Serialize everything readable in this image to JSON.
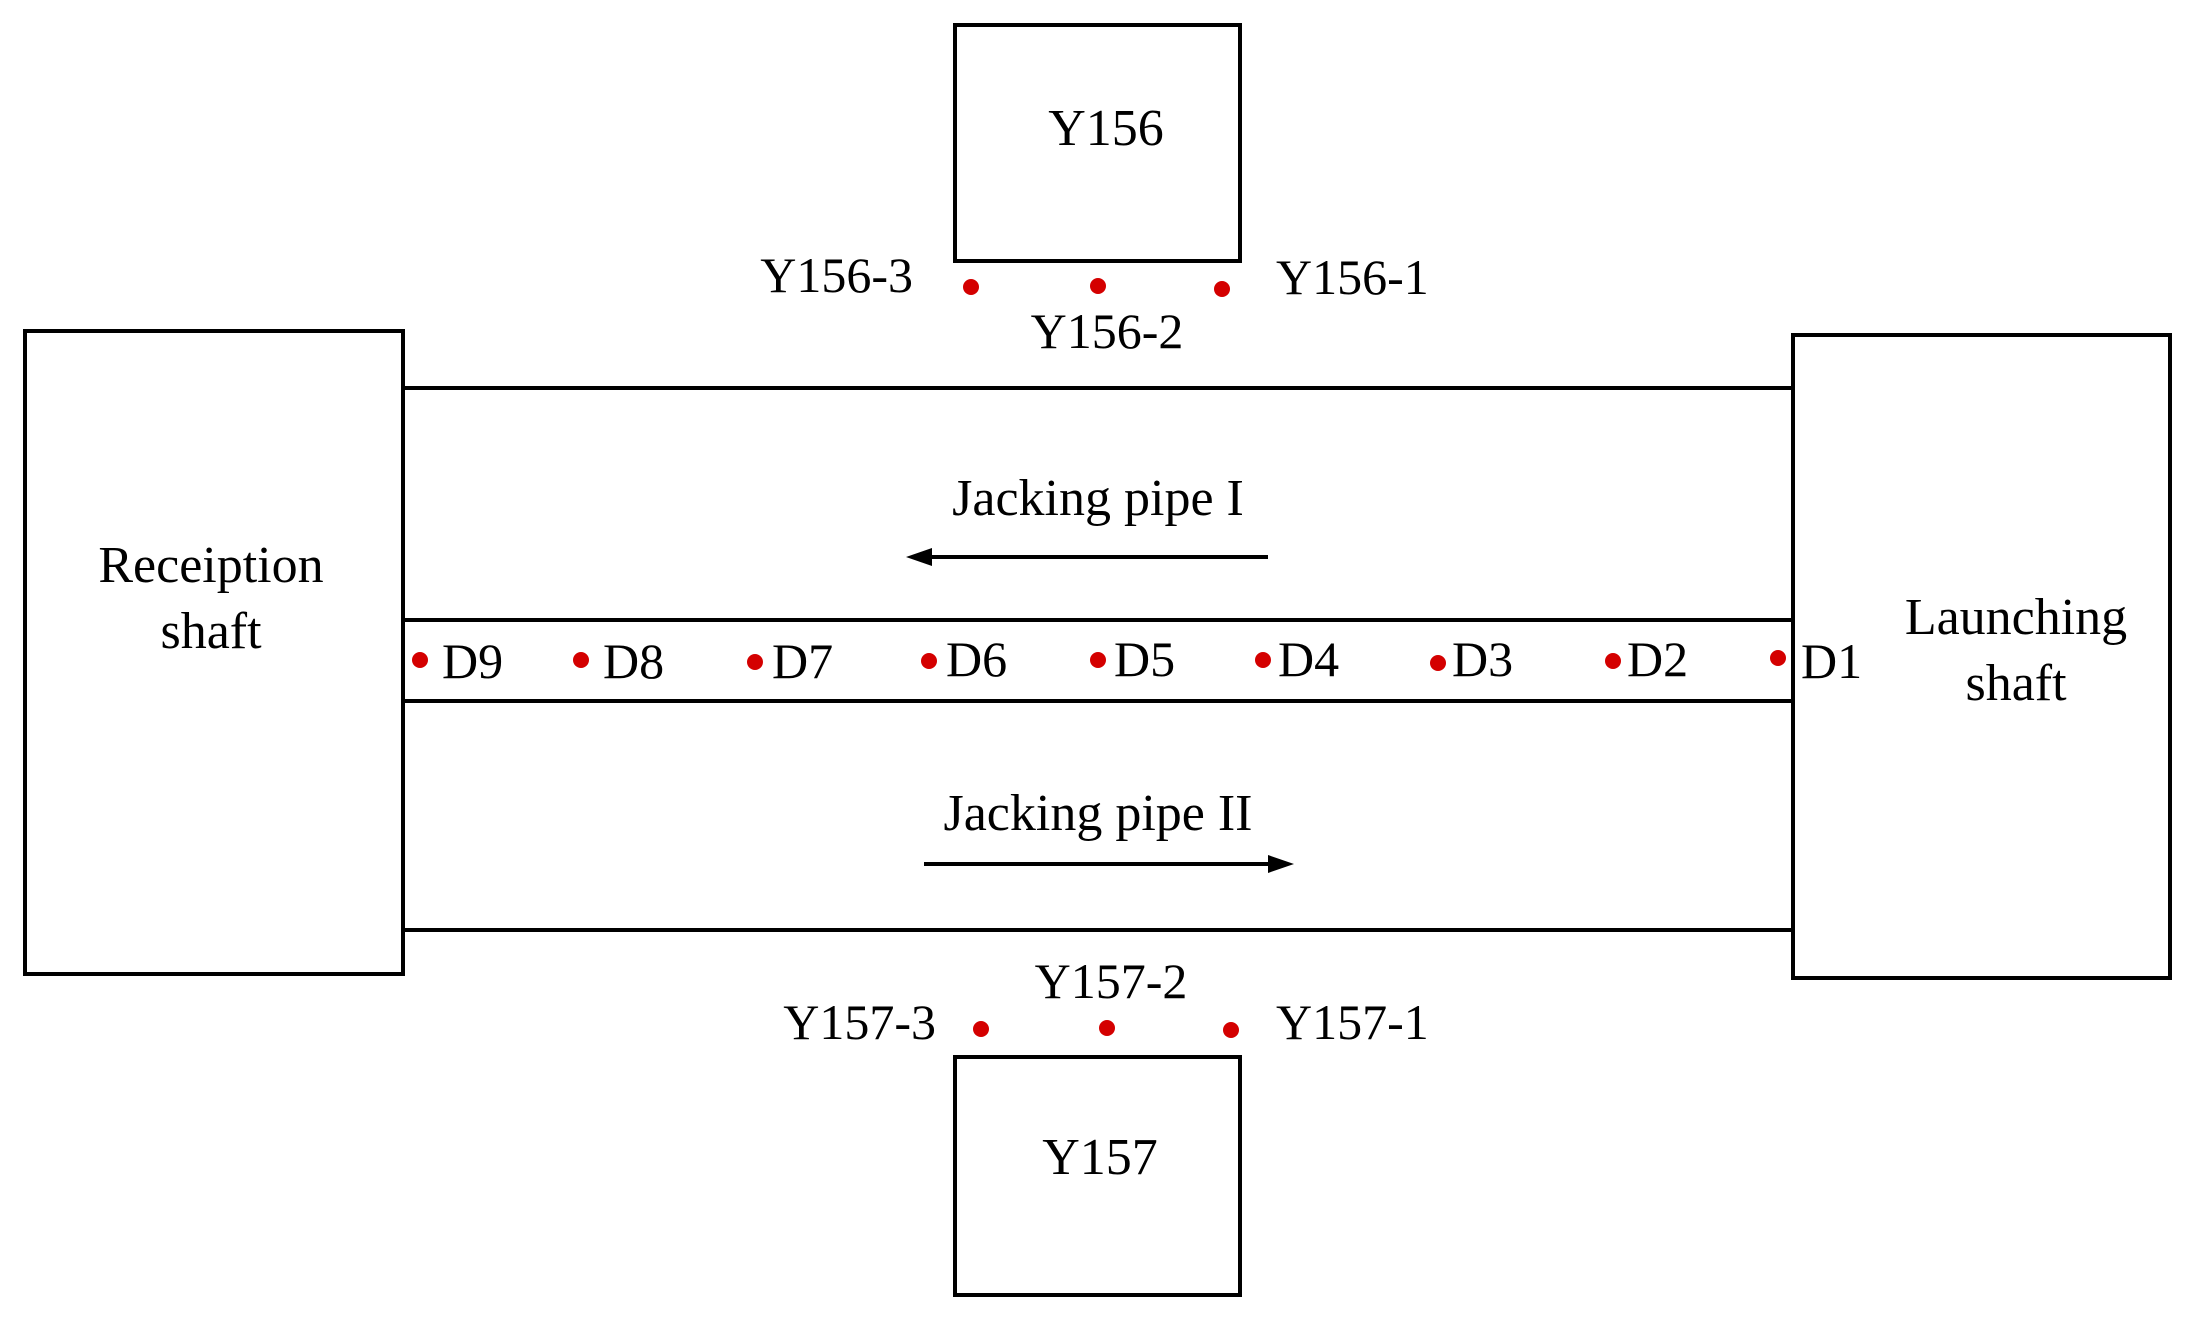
{
  "diagram": {
    "point_color": "#d40000",
    "line_color": "#000000",
    "shafts": {
      "receiving": {
        "line1": "Receiption",
        "line2": "shaft"
      },
      "launching": {
        "line1": "Launching",
        "line2": "shaft"
      }
    },
    "buildings": {
      "top": {
        "label": "Y156"
      },
      "bottom": {
        "label": "Y157"
      }
    },
    "pipes": {
      "pipe1": {
        "label": "Jacking pipe I",
        "direction": "left"
      },
      "pipe2": {
        "label": "Jacking pipe II",
        "direction": "right"
      }
    },
    "building_points_top": [
      {
        "label": "Y156-3"
      },
      {
        "label": "Y156-2"
      },
      {
        "label": "Y156-1"
      }
    ],
    "building_points_bottom": [
      {
        "label": "Y157-3"
      },
      {
        "label": "Y157-2"
      },
      {
        "label": "Y157-1"
      }
    ],
    "ground_points": [
      {
        "label": "D9"
      },
      {
        "label": "D8"
      },
      {
        "label": "D7"
      },
      {
        "label": "D6"
      },
      {
        "label": "D5"
      },
      {
        "label": "D4"
      },
      {
        "label": "D3"
      },
      {
        "label": "D2"
      },
      {
        "label": "D1"
      }
    ]
  }
}
